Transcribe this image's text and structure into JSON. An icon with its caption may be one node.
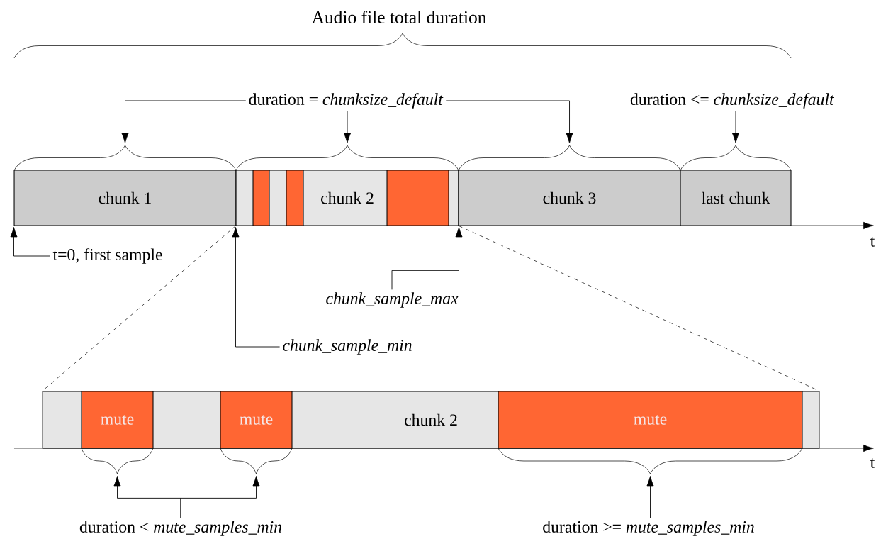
{
  "diagram": {
    "nodes": [
      {
        "text": [
          "duration = *chunksize_default*"
        ]
      },
      {
        "text": [
          "duration <= *chunksize_default*"
        ]
      },
      {
        "text": [
          "chunk 1"
        ]
      },
      {
        "text": [
          "chunk 2"
        ]
      },
      {
        "text": [],
        "shape": "bar",
        "in": 3
      },
      {
        "text": [],
        "shape": "bar",
        "in": 3
      },
      {
        "text": [],
        "shape": "bar",
        "in": 3
      },
      {
        "text": [
          "chunk 3"
        ]
      },
      {
        "text": [
          "last chunk"
        ]
      },
      {
        "text": [
          "t=0, first sample"
        ]
      },
      {
        "text": [
          "*chunk_sample_max*"
        ]
      },
      {
        "text": [
          "*chunk_sample_min*"
        ]
      },
      {
        "text": [
          "chunk 2"
        ]
      },
      {
        "text": [
          "mute"
        ],
        "in": 12
      },
      {
        "text": [
          "mute"
        ],
        "in": 12
      },
      {
        "text": [
          "mute"
        ],
        "in": 12
      },
      {
        "text": [
          "duration < *mute_samples_min*"
        ]
      },
      {
        "text": [
          "duration >= *mute_samples_min*"
        ]
      }
    ],
    "edges": [
      {
        "from": 0,
        "to": 2,
        "arrow": "to"
      },
      {
        "from": 0,
        "to": 3,
        "arrow": "to"
      },
      {
        "from": 0,
        "to": 7,
        "arrow": "to"
      },
      {
        "from": 1,
        "to": 8,
        "arrow": "to"
      },
      {
        "from": 9,
        "to": 2,
        "arrow": "to"
      },
      {
        "from": 10,
        "to": 3,
        "arrow": "to"
      },
      {
        "from": 11,
        "to": 3,
        "arrow": "to"
      },
      {
        "from": 3,
        "to": 12,
        "arrow": "none",
        "style": "dashed"
      },
      {
        "from": 3,
        "to": 12,
        "arrow": "none",
        "style": "dashed"
      },
      {
        "from": 16,
        "to": 13,
        "arrow": "to"
      },
      {
        "from": 16,
        "to": 14,
        "arrow": "to"
      },
      {
        "from": 17,
        "to": 15,
        "arrow": "to"
      }
    ],
    "labels": [
      "Audio file total duration",
      "t",
      "t"
    ]
  }
}
